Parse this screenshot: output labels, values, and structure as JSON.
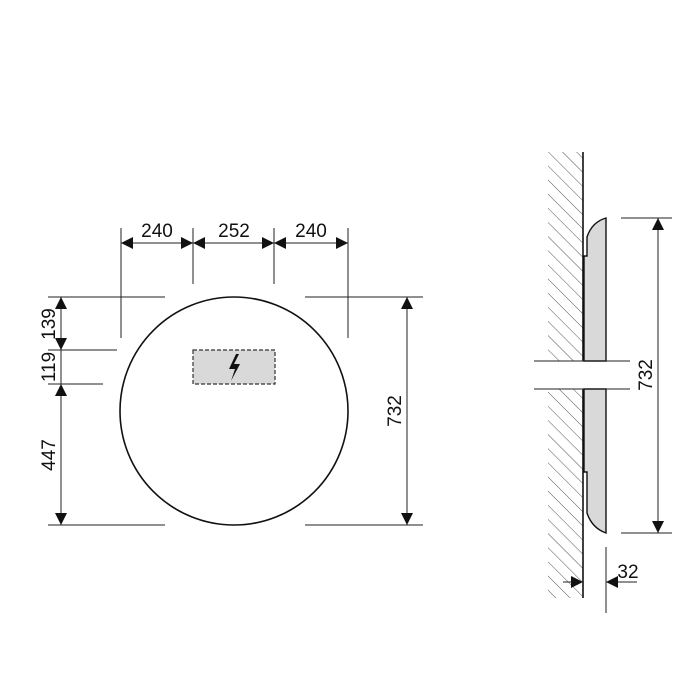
{
  "front_view": {
    "dimensions": {
      "left_offset": "240",
      "box_width": "252",
      "right_offset": "240",
      "top_to_box": "139",
      "box_height": "119",
      "box_to_bottom": "447",
      "diameter": "732"
    },
    "box_fill": "#d9d9d9",
    "box_icon": "lightning-bolt-icon"
  },
  "side_view": {
    "dimensions": {
      "height": "732",
      "depth": "32"
    },
    "panel_fill": "#d9d9d9"
  }
}
